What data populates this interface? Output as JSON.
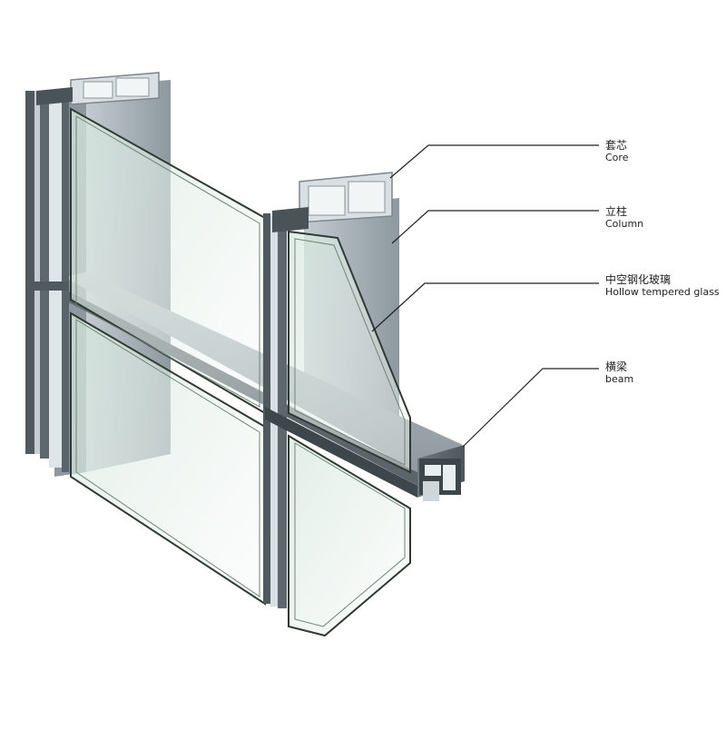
{
  "diagram": {
    "labels": [
      {
        "id": "core",
        "zh": "套芯",
        "en": "Core"
      },
      {
        "id": "column",
        "zh": "立柱",
        "en": "Column"
      },
      {
        "id": "glass",
        "zh": "中空钢化玻璃",
        "en": "Hollow tempered glass"
      },
      {
        "id": "beam",
        "zh": "横梁",
        "en": "beam"
      }
    ],
    "colors": {
      "aluminum": "#a9b3ba",
      "aluminum_dark": "#7d878e",
      "glass": "#c8ddd2",
      "glass_edge": "#2f3a33",
      "leader": "#222222"
    }
  }
}
